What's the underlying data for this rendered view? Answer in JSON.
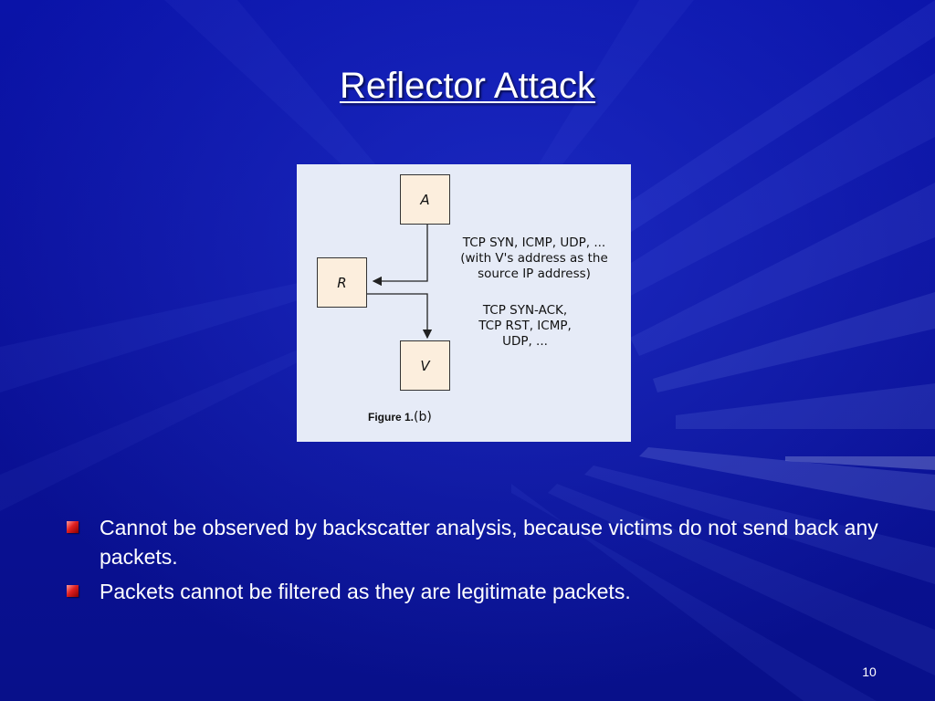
{
  "slide": {
    "title": "Reflector Attack",
    "page_number": "10"
  },
  "figure": {
    "node_a": "A",
    "node_r": "R",
    "node_v": "V",
    "request_note_lines": [
      "TCP SYN, ICMP, UDP, ...",
      "(with V's address as the",
      "source IP address)"
    ],
    "response_note_lines": [
      "TCP SYN-ACK,",
      "TCP RST, ICMP,",
      "UDP, ..."
    ],
    "caption_label": "Figure 1.",
    "caption_sub": "(b)"
  },
  "bullets": [
    "Cannot be observed by backscatter analysis, because victims do not send back any packets.",
    "Packets cannot be filtered as they are legitimate packets."
  ],
  "colors": {
    "background": "#0a13a8",
    "figure_background": "#e6ebf7",
    "node_fill": "#fceedd",
    "bullet": "#e02020",
    "text": "#ffffff"
  }
}
